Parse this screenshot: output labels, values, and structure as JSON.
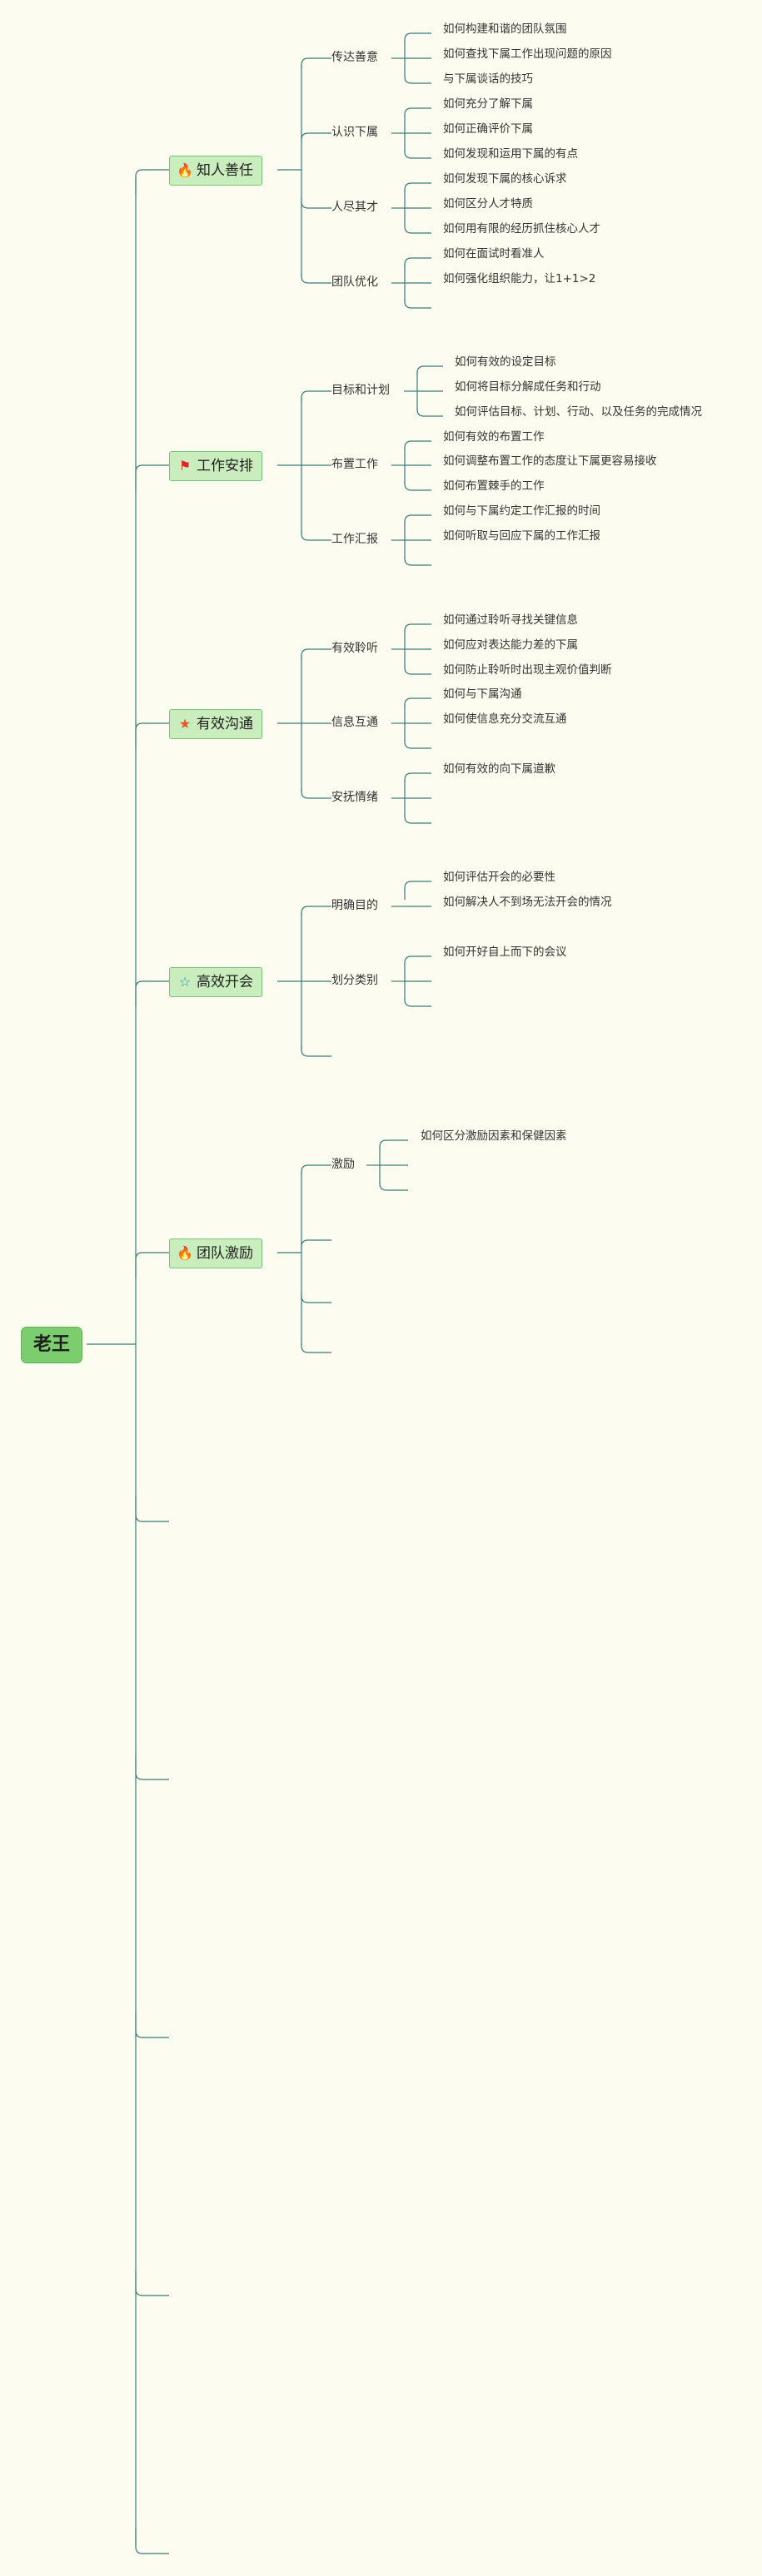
{
  "root": "老王",
  "topics": [
    {
      "label": "知人善任",
      "icon": "flame-icon",
      "glyph": "🔥",
      "color": "#2a7fd4",
      "groups": [
        {
          "label": "传达善意",
          "items": [
            "如何构建和谐的团队氛围",
            "如何查找下属工作出现问题的原因",
            "与下属谈话的技巧"
          ]
        },
        {
          "label": "认识下属",
          "items": [
            "如何充分了解下属",
            "如何正确评价下属",
            "如何发现和运用下属的有点"
          ]
        },
        {
          "label": "人尽其才",
          "items": [
            "如何发现下属的核心诉求",
            "如何区分人才特质",
            "如何用有限的经历抓住核心人才"
          ]
        },
        {
          "label": "团队优化",
          "items": [
            "如何在面试时看准人",
            "如何强化组织能力，让1+1>2",
            ""
          ]
        }
      ]
    },
    {
      "label": "工作安排",
      "icon": "flag-icon",
      "glyph": "⚑",
      "color": "#e0262b",
      "groups": [
        {
          "label": "目标和计划",
          "items": [
            "如何有效的设定目标",
            "如何将目标分解成任务和行动",
            "如何评估目标、计划、行动、以及任务的完成情况"
          ]
        },
        {
          "label": "布置工作",
          "items": [
            "如何有效的布置工作",
            "如何调整布置工作的态度让下属更容易接收",
            "如何布置棘手的工作"
          ]
        },
        {
          "label": "工作汇报",
          "items": [
            "如何与下属约定工作汇报的时间",
            "如何听取与回应下属的工作汇报",
            ""
          ]
        }
      ]
    },
    {
      "label": "有效沟通",
      "icon": "star-icon",
      "glyph": "★",
      "color": "#e8552a",
      "groups": [
        {
          "label": "有效聆听",
          "items": [
            "如何通过聆听寻找关键信息",
            "如何应对表达能力差的下属",
            "如何防止聆听时出现主观价值判断"
          ]
        },
        {
          "label": "信息互通",
          "items": [
            "如何与下属沟通",
            "如何使信息充分交流互通",
            ""
          ]
        },
        {
          "label": "安抚情绪",
          "items": [
            "如何有效的向下属道歉",
            "",
            ""
          ]
        }
      ]
    },
    {
      "label": "高效开会",
      "icon": "star-outline-icon",
      "glyph": "☆",
      "color": "#1f8fc9",
      "groups": [
        {
          "label": "明确目的",
          "items": [
            "如何评估开会的必要性",
            "如何解决人不到场无法开会的情况"
          ]
        },
        {
          "label": "划分类别",
          "items": [
            "如何开好自上而下的会议",
            "",
            ""
          ]
        },
        {
          "label": "",
          "items": []
        }
      ]
    },
    {
      "label": "团队激励",
      "icon": "flame-icon",
      "glyph": "🔥",
      "color": "#2a7fd4",
      "groups": [
        {
          "label": "激励",
          "items": [
            "如何区分激励因素和保健因素",
            "",
            ""
          ]
        },
        {
          "label": "",
          "items": []
        },
        {
          "label": "",
          "items": []
        },
        {
          "label": "",
          "items": []
        }
      ]
    }
  ],
  "empty_topics": 5
}
